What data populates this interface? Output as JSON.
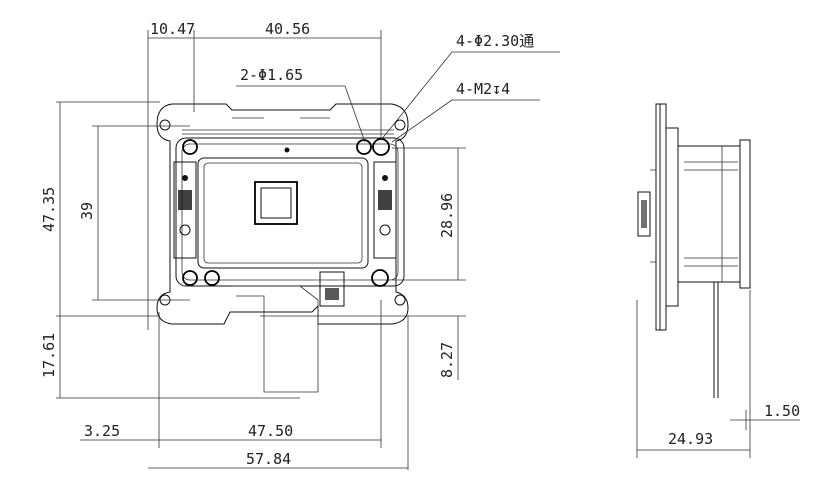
{
  "dimensions": {
    "top_left_offset": "10.47",
    "top_width": "40.56",
    "hole_through": "4-Φ2.30通",
    "hole_small": "2-Φ1.65",
    "thread": "4-M2↧4",
    "height_total": "47.35",
    "height_inner": "39",
    "height_right": "28.96",
    "lower_left": "17.61",
    "lower_right": "8.27",
    "bottom_left_offset": "3.25",
    "bottom_inner_width": "47.50",
    "bottom_total_width": "57.84",
    "side_depth": "24.93",
    "side_pin": "1.50"
  }
}
